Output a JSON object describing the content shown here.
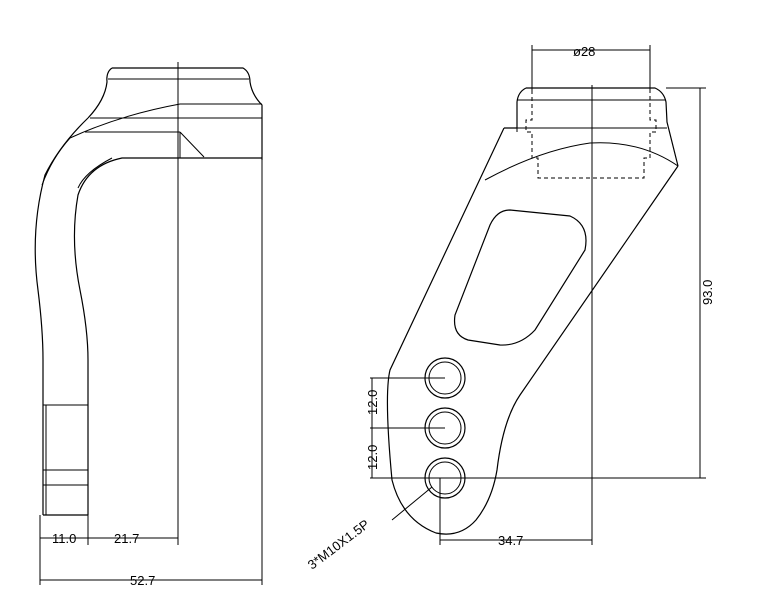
{
  "drawing": {
    "side_view": {
      "dim_11_0": "11.0",
      "dim_21_7": "21.7",
      "dim_52_7": "52.7"
    },
    "front_view": {
      "dim_dia_28": "ø28",
      "dim_93_0": "93.0",
      "dim_12_0_upper": "12.0",
      "dim_12_0_lower": "12.0",
      "dim_34_7": "34.7",
      "thread_callout": "3*M10X1.5P"
    }
  }
}
